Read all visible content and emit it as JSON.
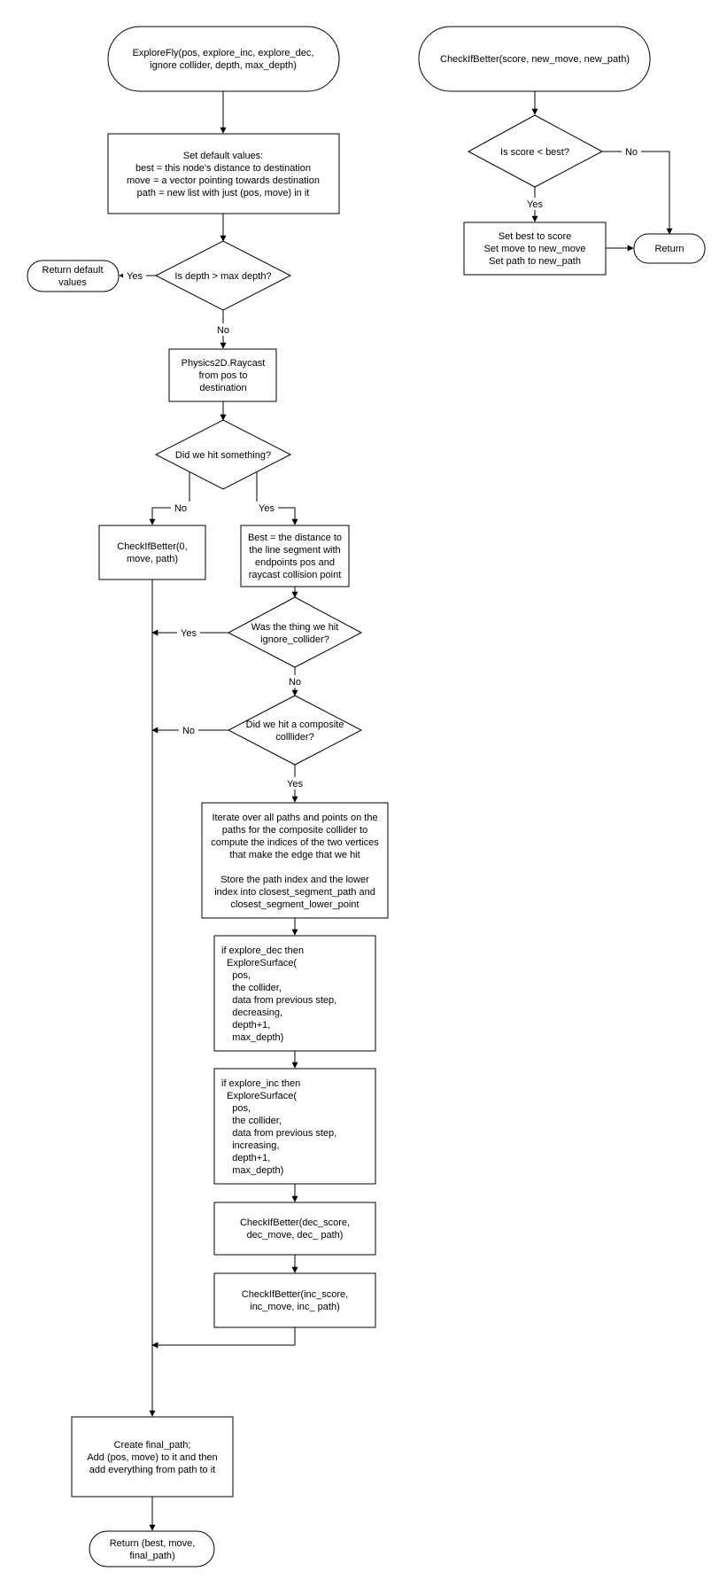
{
  "diagram": {
    "nodes": {
      "explore_fly": [
        "ExploreFly(pos, explore_inc, explore_dec,",
        "ignore collider, depth, max_depth)"
      ],
      "set_defaults": [
        "Set default values:",
        "best = this node's distance to destination",
        "move = a vector pointing towards destination",
        "path = new list with just (pos, move) in it"
      ],
      "depth_check": [
        "Is depth > max depth?"
      ],
      "return_defaults": [
        "Return default",
        "values"
      ],
      "raycast": [
        "Physics2D.Raycast",
        "from pos to",
        "destination"
      ],
      "hit_check": [
        "Did we hit something?"
      ],
      "check_zero": [
        "CheckIfBetter(0,",
        "move, path)"
      ],
      "best_distance": [
        "Best = the distance to",
        "the line segment with",
        "endpoints pos and",
        "raycast collision point"
      ],
      "ignore_check": [
        "Was the thing we hit",
        "ignore_collider?"
      ],
      "composite_check": [
        "Did we hit a composite",
        "colllider?"
      ],
      "iterate_paths": [
        "Iterate over all paths and points on the",
        "paths for the composite collider to",
        "compute the indices of the two vertices",
        "that make the edge that we hit",
        "",
        "Store the path index and the lower",
        "index into closest_segment_path and",
        "closest_segment_lower_point"
      ],
      "explore_dec": [
        "if explore_dec then",
        "  ExploreSurface(",
        "    pos,",
        "    the collider,",
        "    data from previous step,",
        "    decreasing,",
        "    depth+1,",
        "    max_depth)"
      ],
      "explore_inc": [
        "if explore_inc then",
        "  ExploreSurface(",
        "    pos,",
        "    the collider,",
        "    data from previous step,",
        "    increasing,",
        "    depth+1,",
        "    max_depth)"
      ],
      "check_dec": [
        "CheckIfBetter(dec_score,",
        "dec_move, dec_ path)"
      ],
      "check_inc": [
        "CheckIfBetter(inc_score,",
        "inc_move, inc_ path)"
      ],
      "create_final": [
        "Create final_path;",
        "Add (pos, move) to it and then",
        "add everything from path to it"
      ],
      "return_final": [
        "Return (best, move,",
        "final_path)"
      ],
      "check_if_better": [
        "CheckIfBetter(score, new_move, new_path)"
      ],
      "score_check": [
        "Is score < best?"
      ],
      "set_best": [
        "Set best to score",
        "Set move to new_move",
        "Set path to new_path"
      ],
      "return_right": [
        "Return"
      ]
    },
    "edge_labels": {
      "depth_yes": "Yes",
      "depth_no": "No",
      "hit_no": "No",
      "hit_yes": "Yes",
      "ignore_yes": "Yes",
      "ignore_no": "No",
      "composite_no": "No",
      "composite_yes": "Yes",
      "score_no": "No",
      "score_yes": "Yes"
    }
  }
}
